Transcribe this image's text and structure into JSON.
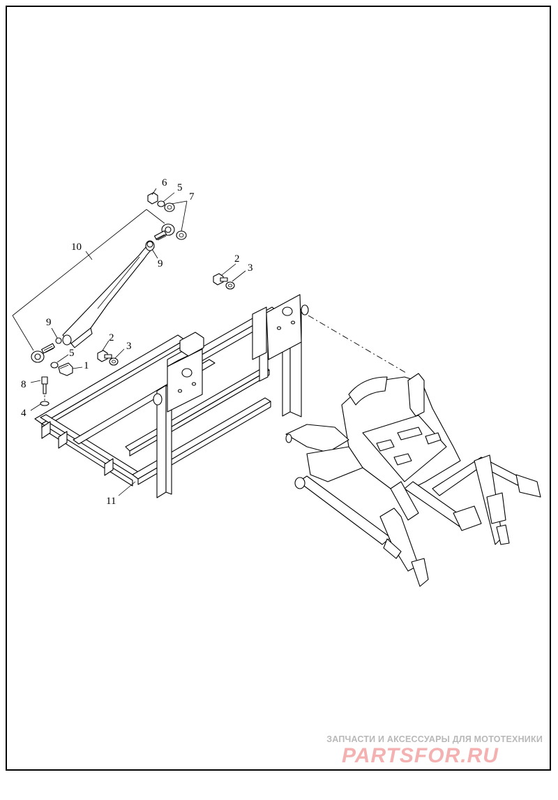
{
  "diagram": {
    "callouts": {
      "c1": "1",
      "c2a": "2",
      "c2b": "2",
      "c3a": "3",
      "c3b": "3",
      "c4": "4",
      "c5a": "5",
      "c5b": "5",
      "c6": "6",
      "c7": "7",
      "c8": "8",
      "c9a": "9",
      "c9b": "9",
      "c10": "10",
      "c11": "11"
    }
  },
  "watermark": {
    "caption": "ЗАПЧАСТИ И АКСЕССУАРЫ ДЛЯ МОТОТЕХНИКИ",
    "logo": "PARTSFOR.RU",
    "caption_color": "#b8b8b8",
    "logo_color": "#f3b1b1"
  }
}
